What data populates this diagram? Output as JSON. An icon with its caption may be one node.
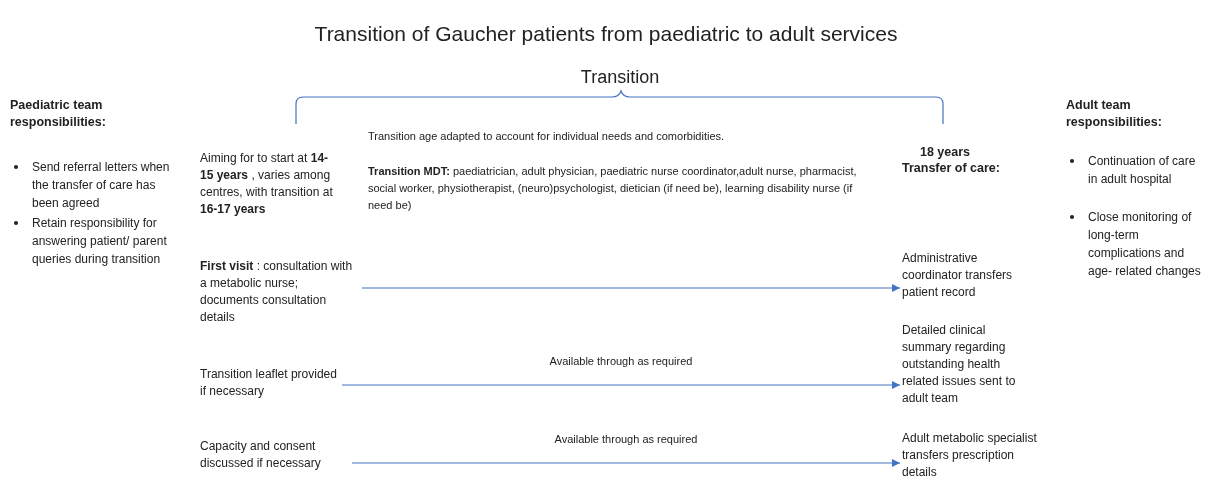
{
  "diagram": {
    "title": "Transition of Gaucher patients from paediatric to adult services",
    "nodes": [
      {
        "text": [
          "**First visit** : consultation with a metabolic nurse; documents consultation details"
        ]
      },
      {
        "text": [
          "Administrative coordinator transfers patient record"
        ]
      },
      {
        "text": [
          "Transition leaflet provided if necessary"
        ]
      },
      {
        "text": [
          "Detailed clinical summary regarding outstanding health related issues sent to adult team"
        ]
      },
      {
        "text": [
          "Capacity and consent discussed if necessary"
        ]
      },
      {
        "text": [
          "Adult metabolic specialist transfers prescription details"
        ]
      }
    ],
    "edges": [
      {
        "from": 0,
        "to": 1,
        "arrow": "to"
      },
      {
        "from": 2,
        "to": 3,
        "arrow": "to",
        "label": "Available through as required"
      },
      {
        "from": 4,
        "to": 5,
        "arrow": "to",
        "label": "Available through as required"
      }
    ],
    "labels": [
      "Paediatric team responsibilities:",
      "Send referral letters when the transfer of care has been agreed",
      "Retain responsibility for answering patient/ parent queries during transition",
      "Transition",
      "Aiming for to start at **14-15 years** , varies among centres, with transition at **16-17 years**",
      "Transition age adapted to account for individual needs and comorbidities.",
      "**Transition MDT:** paediatrician, adult physician, paediatric nurse coordinator,adult nurse, pharmacist, social worker, physiotherapist, (neuro)psychologist, dietician (if need be), learning disability nurse (if need be)",
      "18 years",
      "Transfer of care:",
      "Adult team responsibilities:",
      "Continuation of care in adult hospital",
      "Close monitoring of long-term complications and age- related changes"
    ]
  }
}
